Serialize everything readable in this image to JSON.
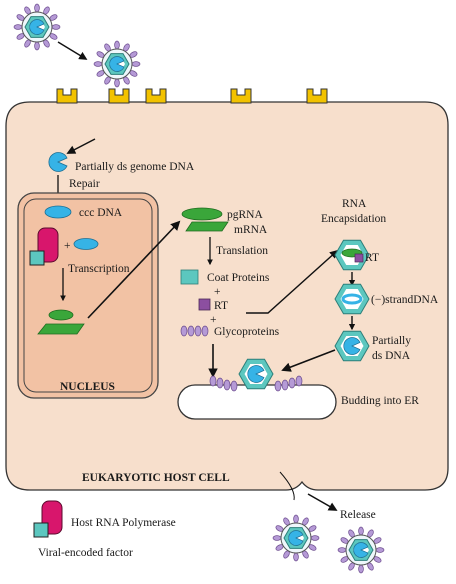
{
  "labels": {
    "partially_ds_genome_dna": "Partially ds genome DNA",
    "repair": "Repair",
    "ccc_dna": "ccc DNA",
    "plus_sign": "+",
    "transcription": "Transcription",
    "nucleus": "NUCLEUS",
    "pgrna": "pgRNA",
    "mrna": "mRNA",
    "translation": "Translation",
    "coat_proteins": "Coat Proteins",
    "rt": "RT",
    "glycoproteins": "Glycoproteins",
    "rna": "RNA",
    "encapsidation": "Encapsidation",
    "capsid_rt": "RT",
    "minus_strand_dna": "(−)strandDNA",
    "partially": "Partially",
    "ds_dna": "ds  DNA",
    "budding_into_er": "Budding into ER",
    "host_cell": "EUKARYOTIC HOST CELL",
    "release": "Release"
  },
  "legend": {
    "host_rna_polymerase": "Host RNA Polymerase",
    "viral_encoded_factor": "Viral-encoded factor"
  },
  "colors": {
    "cell_fill": "#f7dfcc",
    "nucleus_fill": "#f2c2a4",
    "dna_blue": "#36b3e6",
    "rna_green": "#3aa63a",
    "rt_purple": "#8c4fa0",
    "coat_teal": "#5cc7bf",
    "polymerase_magenta": "#d8166c",
    "receptor_yellow": "#f2c200",
    "glyco_lavender": "#b59ad6"
  }
}
